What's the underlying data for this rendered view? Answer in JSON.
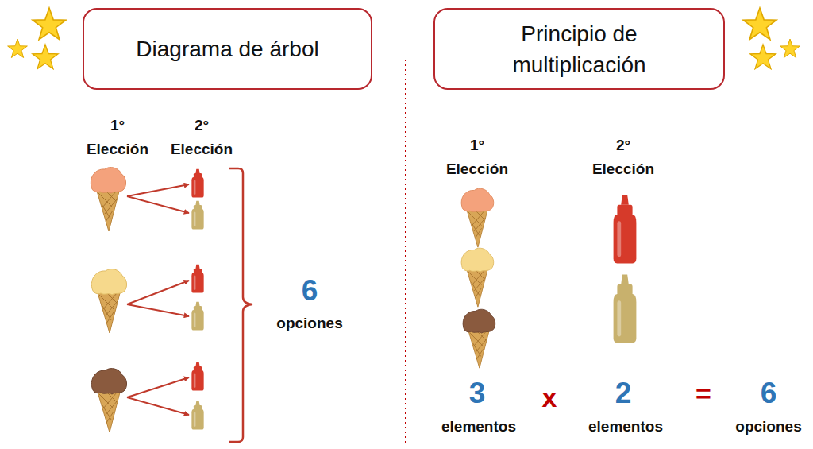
{
  "diagram": {
    "nodes": [
      {
        "text": [
          "Diagrama de árbol"
        ]
      },
      {
        "text": [
          "Principio de multiplicación"
        ]
      }
    ],
    "labels": [
      "1° Elección",
      "2° Elección",
      "6",
      "opciones",
      "1° Elección",
      "2° Elección",
      "3",
      "elementos",
      "x",
      "2",
      "elementos",
      "=",
      "6",
      "opciones"
    ]
  }
}
